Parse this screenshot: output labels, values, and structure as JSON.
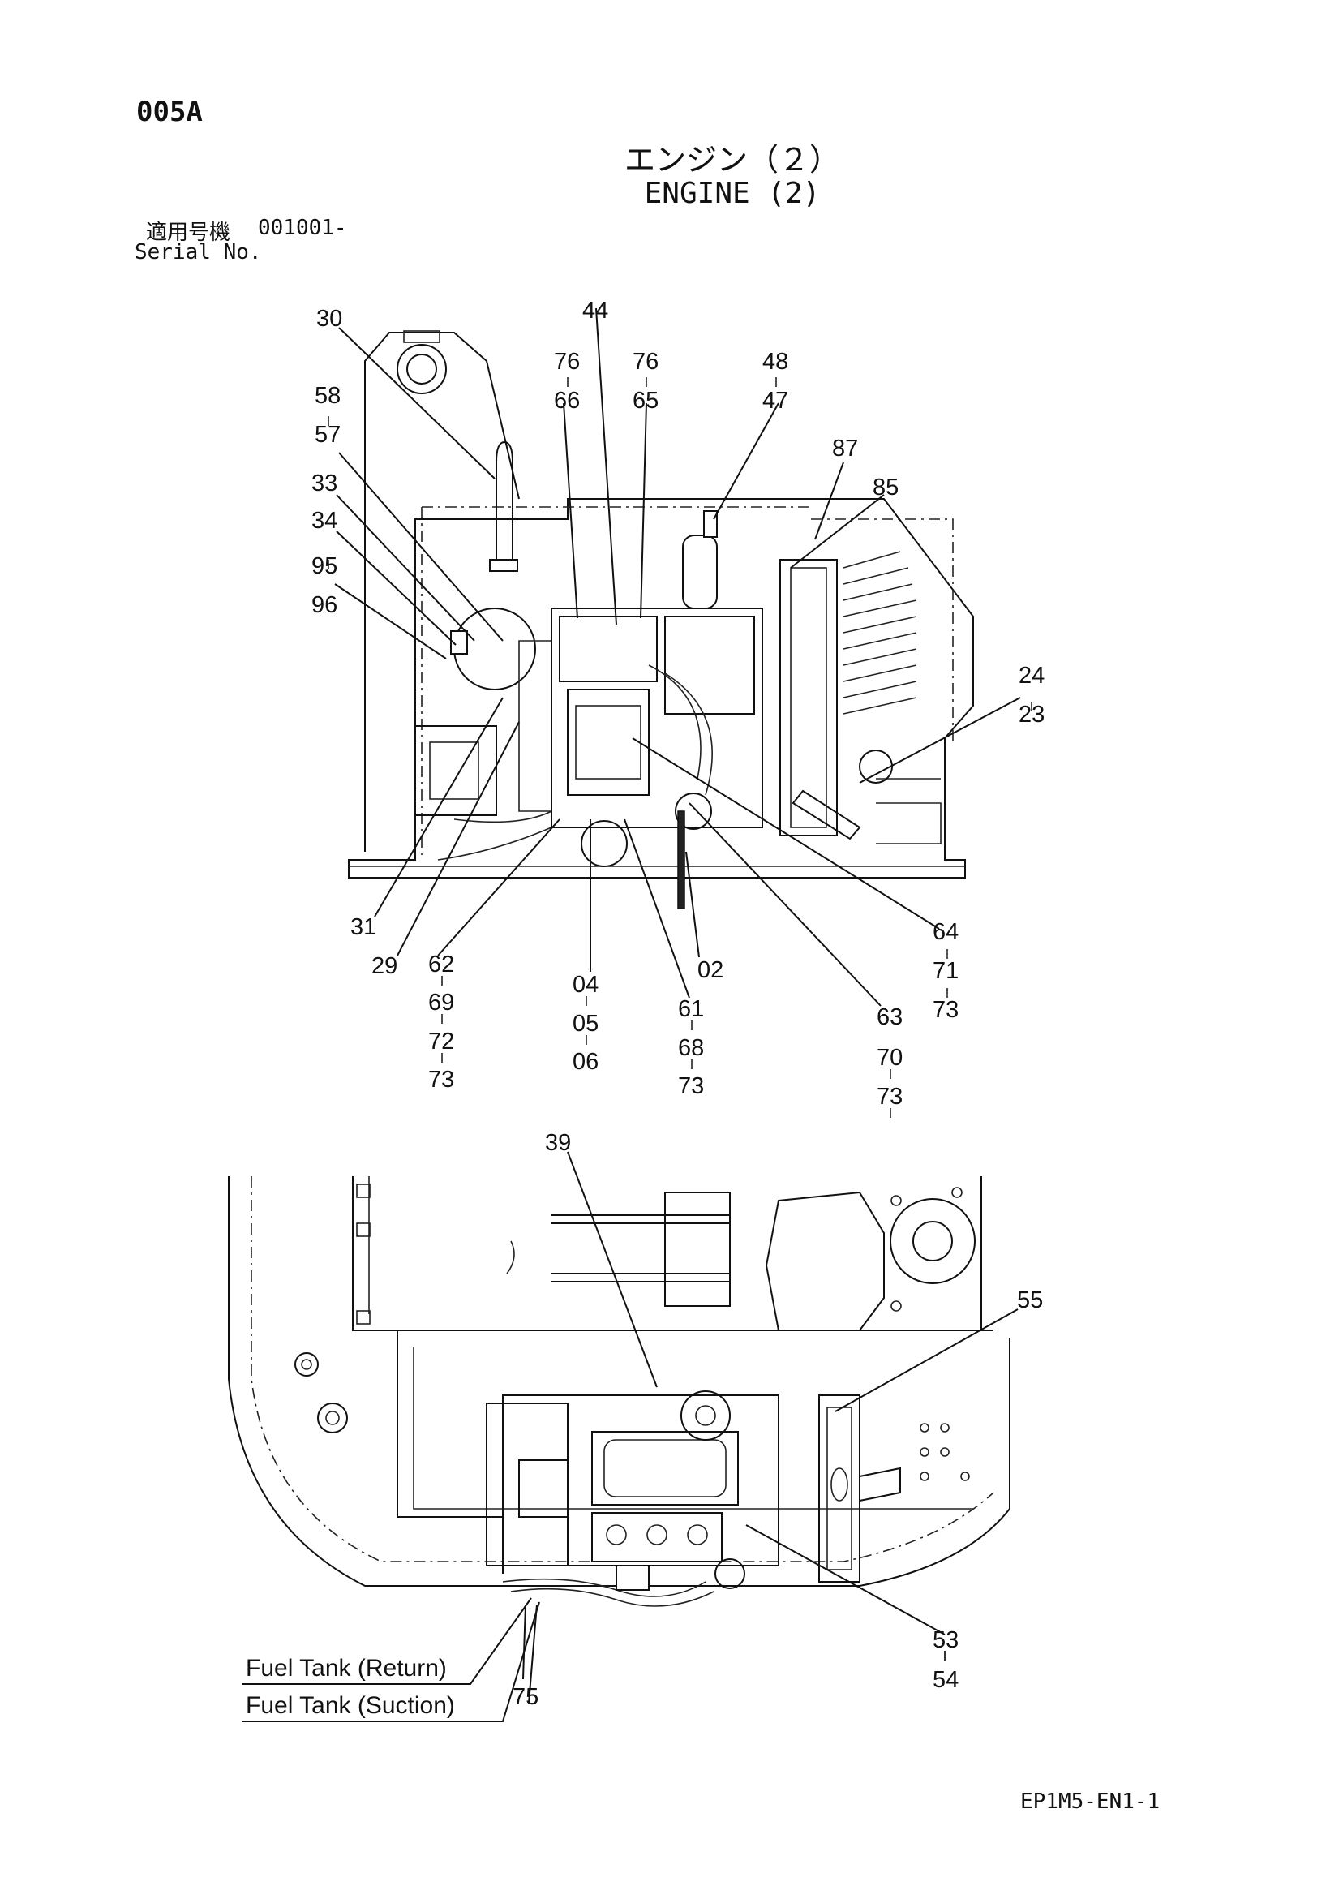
{
  "header": {
    "page_code": "005A",
    "title_jp": "エンジン（２）",
    "title_en": "ENGINE (2)",
    "serial_label_jp": "適用号機",
    "serial_value": "001001-",
    "serial_label_en": "Serial No."
  },
  "top_view": {
    "labels": {
      "p30": "30",
      "p44": "44",
      "p58": "58",
      "p57": "57",
      "p76a": "76",
      "p66": "66",
      "p76b": "76",
      "p65": "65",
      "p48": "48",
      "p47": "47",
      "p87": "87",
      "p85": "85",
      "p33": "33",
      "p34": "34",
      "p95": "95",
      "p96": "96",
      "p24": "24",
      "p23": "23",
      "p31": "31",
      "p29": "29",
      "p62": "62",
      "p69": "69",
      "p72": "72",
      "p73a": "73",
      "p04": "04",
      "p05": "05",
      "p06": "06",
      "p02": "02",
      "p61": "61",
      "p68": "68",
      "p73b": "73",
      "p63": "63",
      "p70": "70",
      "p73c": "73",
      "p64": "64",
      "p71": "71",
      "p73d": "73"
    }
  },
  "bottom_view": {
    "labels": {
      "p39": "39",
      "p55": "55",
      "p53": "53",
      "p54": "54",
      "p75": "75"
    },
    "notes": {
      "fuel_return": "Fuel Tank (Return)",
      "fuel_suction": "Fuel Tank (Suction)"
    }
  },
  "footer": {
    "doc_code": "EP1M5-EN1-1"
  }
}
